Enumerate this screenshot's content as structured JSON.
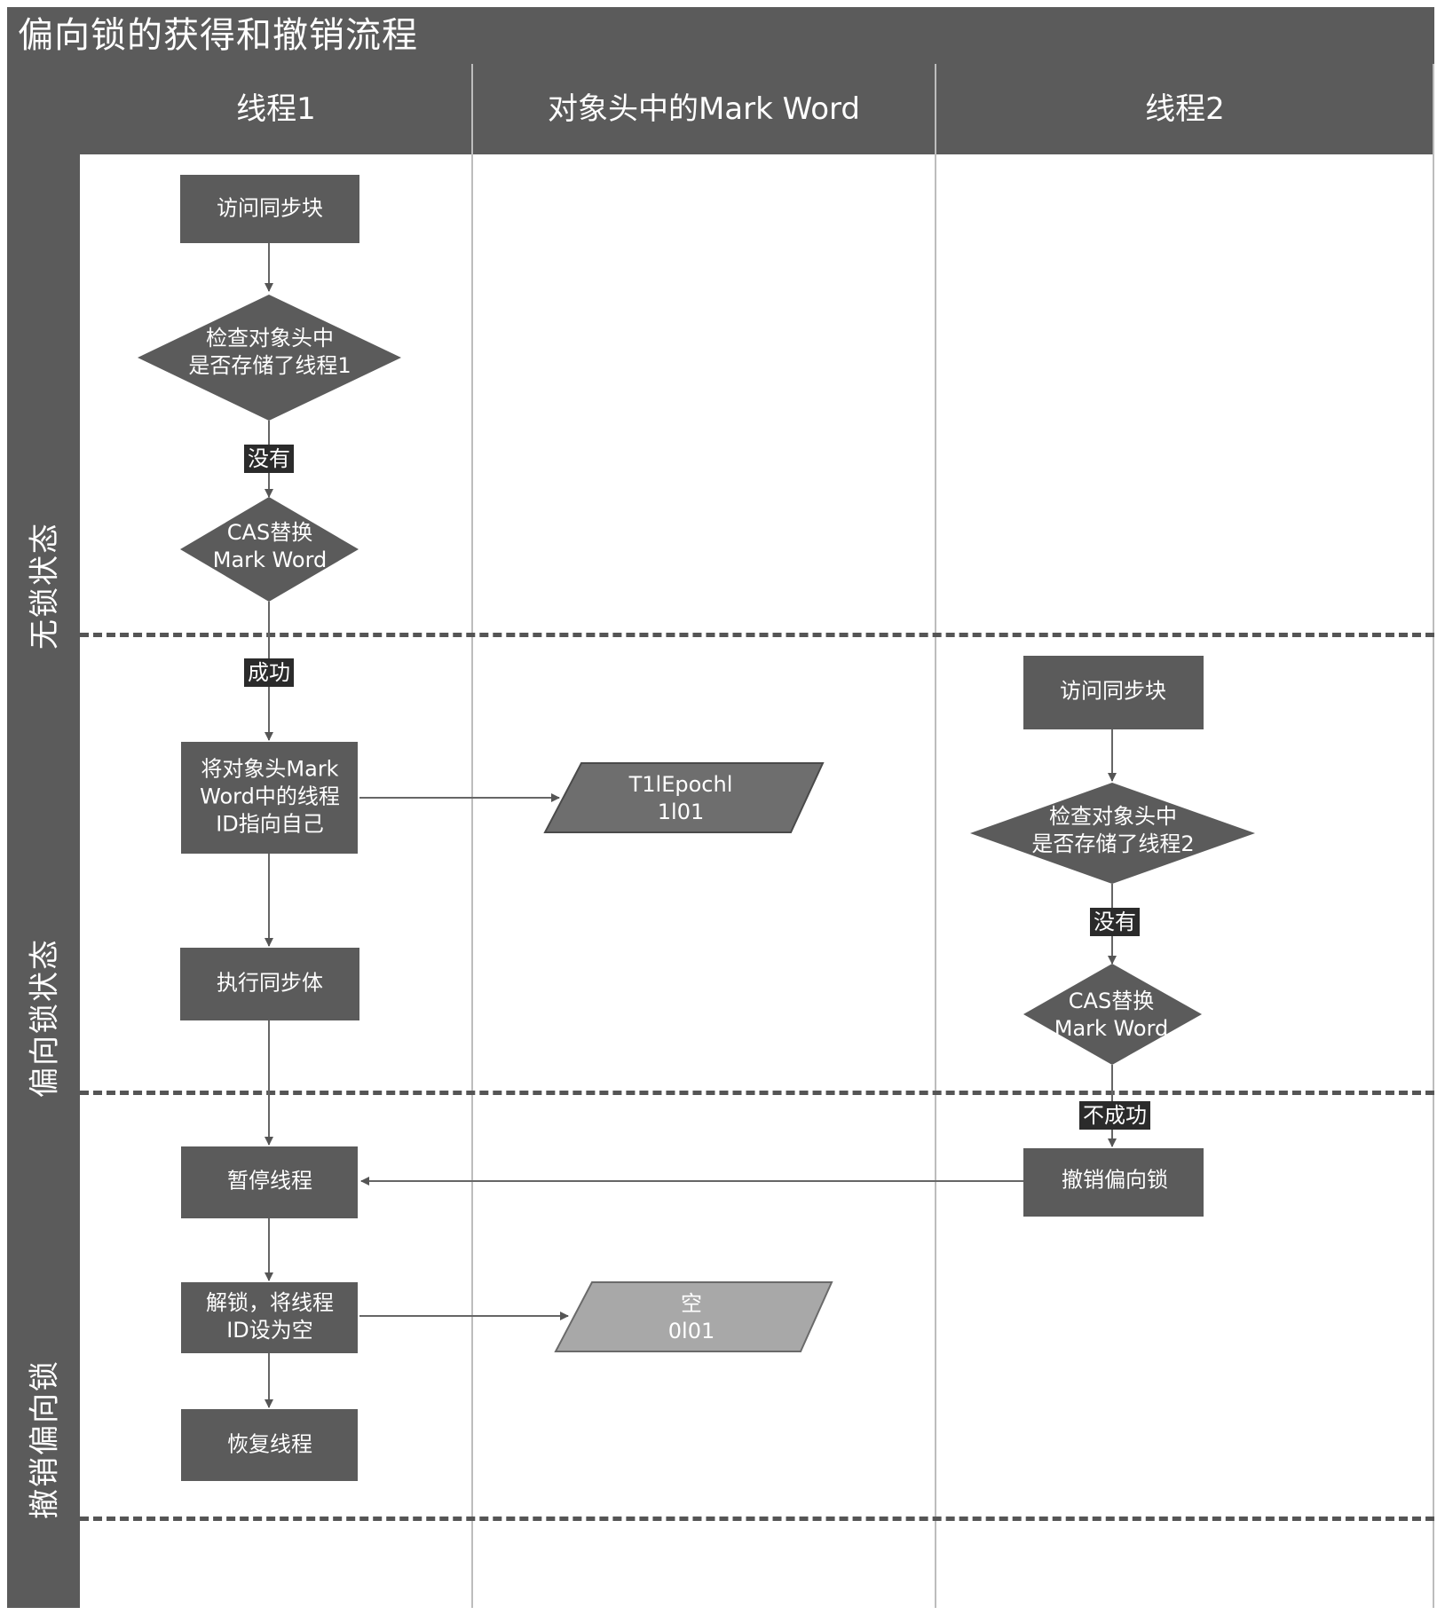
{
  "title": "偏向锁的获得和撤销流程",
  "columns": [
    "线程1",
    "对象头中的Mark Word",
    "线程2"
  ],
  "lanes": [
    "无锁状态",
    "偏向锁状态",
    "撤销偏向锁"
  ],
  "thread1": {
    "access": "访问同步块",
    "check": "检查对象头中\n是否存储了线程1",
    "no": "没有",
    "cas": "CAS替换\nMark Word",
    "success": "成功",
    "set_id": "将对象头Mark\nWord中的线程\nID指向自己",
    "execute": "执行同步体",
    "suspend": "暂停线程",
    "unlock": "解锁，将线程\nID设为空",
    "resume": "恢复线程"
  },
  "markword": {
    "biased": "T1lEpochl\n1l01",
    "empty": "空\n0l01"
  },
  "thread2": {
    "access": "访问同步块",
    "check": "检查对象头中\n是否存储了线程2",
    "no": "没有",
    "cas": "CAS替换\nMark Word",
    "fail": "不成功",
    "revoke": "撤销偏向锁"
  }
}
